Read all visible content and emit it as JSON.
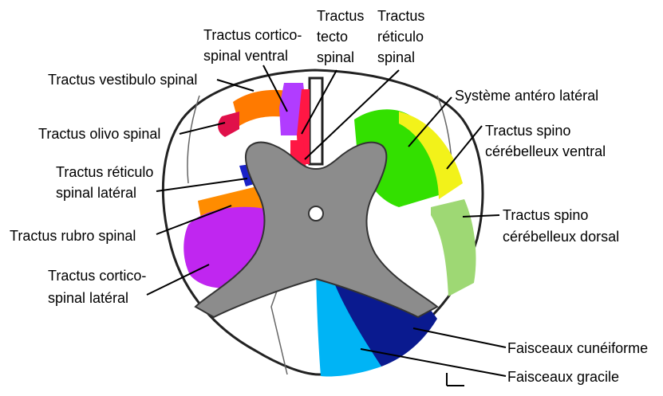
{
  "labels": {
    "cortico_ventral_1": "Tractus cortico-",
    "cortico_ventral_2": "spinal ventral",
    "tecto_1": "Tractus",
    "tecto_2": "tecto",
    "tecto_3": "spinal",
    "reticulo_1": "Tractus",
    "reticulo_2": "réticulo",
    "reticulo_3": "spinal",
    "vestibulo": "Tractus vestibulo spinal",
    "olivo": "Tractus olivo spinal",
    "reticulo_lat_1": "Tractus réticulo",
    "reticulo_lat_2": "spinal latéral",
    "rubro": "Tractus rubro spinal",
    "cortico_lat_1": "Tractus cortico-",
    "cortico_lat_2": "spinal latéral",
    "antero_lateral": "Système antéro latéral",
    "spino_ventral_1": "Tractus spino",
    "spino_ventral_2": "cérébelleux ventral",
    "spino_dorsal_1": "Tractus spino",
    "spino_dorsal_2": "cérébelleux dorsal",
    "cuneiforme": "Faisceaux cunéiforme",
    "gracile": "Faisceaux gracile"
  },
  "colors": {
    "grey_matter": "#8c8c8c",
    "vestibulo": "#ff7a00",
    "olivo": "#e0104a",
    "cortico_ventral": "#b13cff",
    "tecto": "#ff1744",
    "reticulo": "#ff1744",
    "reticulo_lateral": "#1a22c8",
    "rubro": "#ff8c00",
    "cortico_lateral": "#c026f0",
    "antero_lateral": "#33e000",
    "spino_ventral": "#f2f21a",
    "spino_dorsal": "#9ed874",
    "cuneiforme": "#0a1a8f",
    "gracile": "#00b4f5"
  }
}
